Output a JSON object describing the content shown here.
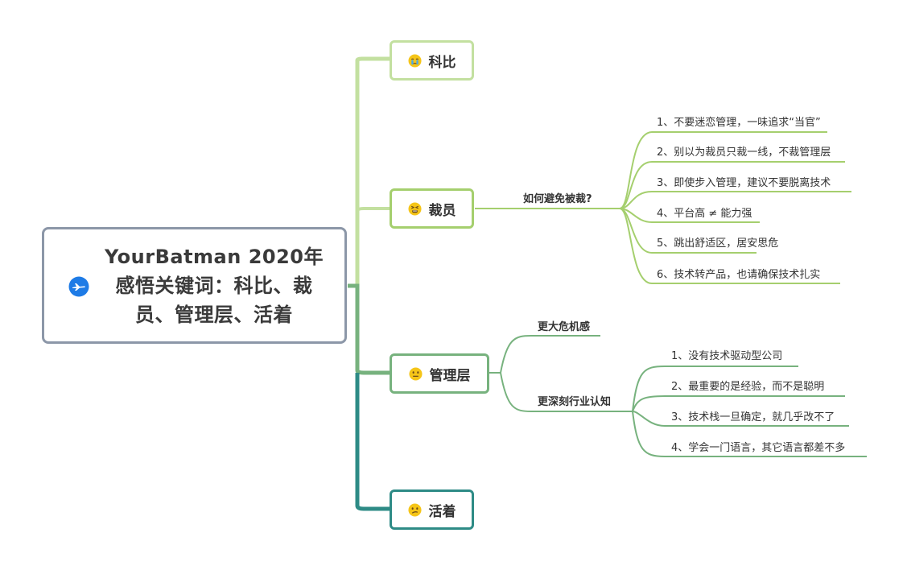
{
  "root": {
    "title_line1": "YourBatman 2020年",
    "title_line2": "感悟关键词：科比、裁",
    "title_line3": "员、管理层、活着",
    "icon": "airplane-icon"
  },
  "topics": [
    {
      "label": "科比",
      "emoji": "crying-face-icon",
      "color": "#c3e0a0"
    },
    {
      "label": "裁员",
      "emoji": "tired-face-icon",
      "color": "#a5cf6e"
    },
    {
      "label": "管理层",
      "emoji": "neutral-face-icon",
      "color": "#77b27e"
    },
    {
      "label": "活着",
      "emoji": "confused-face-icon",
      "color": "#2e8b86"
    }
  ],
  "layoff": {
    "question": "如何避免被裁?",
    "items": [
      "1、不要迷恋管理，一味追求“当官”",
      "2、别以为裁员只裁一线，不裁管理层",
      "3、即使步入管理，建议不要脱离技术",
      "4、平台高 ≠ 能力强",
      "5、跳出舒适区，居安思危",
      "6、技术转产品，也请确保技术扎实"
    ]
  },
  "management": {
    "sub1": "更大危机感",
    "sub2": "更深刻行业认知",
    "items": [
      "1、没有技术驱动型公司",
      "2、最重要的是经验，而不是聪明",
      "3、技术栈一旦确定，就几乎改不了",
      "4、学会一门语言，其它语言都差不多"
    ]
  },
  "colors": {
    "root_border": "#8c97a8",
    "layoff_branch": "#a5cf6e",
    "management_branch": "#77b27e",
    "live_branch": "#2e8b86",
    "emoji_yellow": "#f5c518"
  }
}
